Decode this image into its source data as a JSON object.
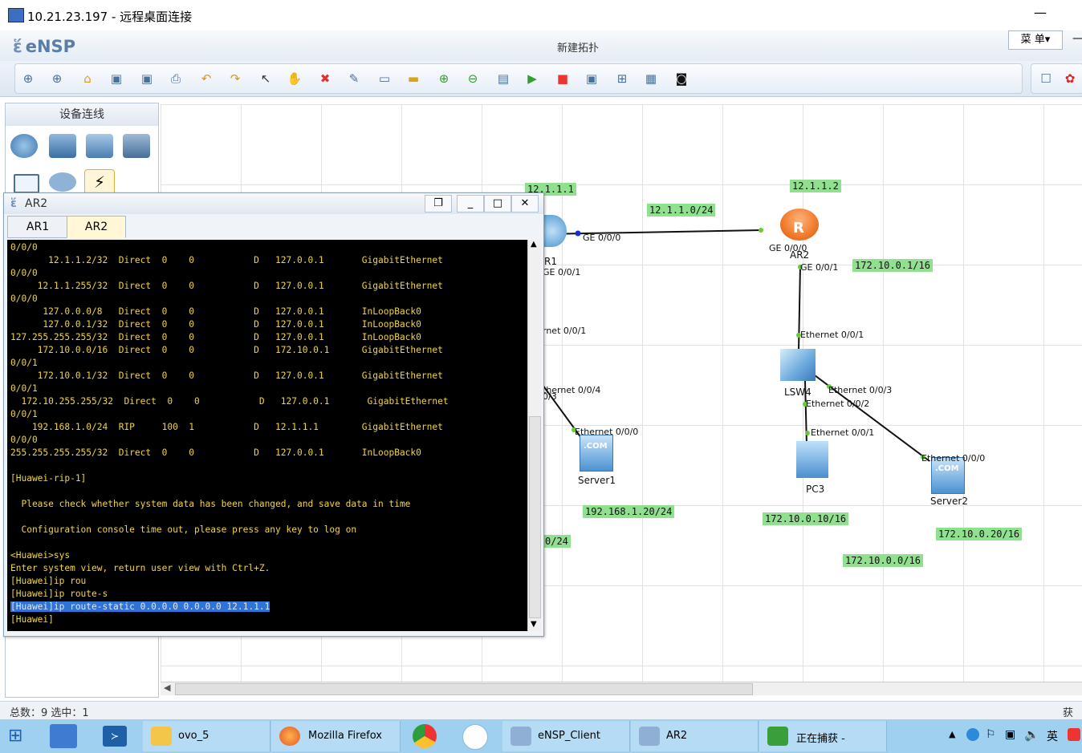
{
  "remote_desktop": {
    "title": "10.21.23.197 - 远程桌面连接",
    "min": "—"
  },
  "ensp": {
    "logo": "eNSP",
    "center_title": "新建拓扑",
    "menu": "菜 单▾",
    "dash": "—"
  },
  "left_panel": {
    "title": "设备连线"
  },
  "status": {
    "left": "总数：9  选中：1",
    "right": "获取"
  },
  "topology": {
    "green_labels": [
      "12.1.1.1",
      "12.1.1.0/24",
      "12.1.1.2",
      "172.10.0.1/16",
      "192.168.1.20/24",
      "172.10.0.10/16",
      "172.10.0.20/16",
      "172.10.0.0/16",
      "0/24"
    ],
    "port_labels": [
      "GE 0/0/0",
      "R1",
      "GE 0/0/1",
      "GE 0/0/0",
      "AR2",
      "GE 0/0/1",
      "rnet 0/0/1",
      "Ethernet 0/0/1",
      "thernet 0/0/4",
      "0/3",
      "Ethernet 0/0/3",
      "Ethernet 0/0/2",
      "Ethernet 0/0/0",
      "Ethernet 0/0/1",
      "Ethernet 0/0/0"
    ],
    "device_names": [
      "LSW4",
      "Server1",
      "PC3",
      "Server2"
    ]
  },
  "console": {
    "title": "AR2",
    "tabs": [
      "AR1",
      "AR2"
    ],
    "lines": [
      "0/0/0",
      "       12.1.1.2/32  Direct  0    0           D   127.0.0.1       GigabitEthernet",
      "0/0/0",
      "     12.1.1.255/32  Direct  0    0           D   127.0.0.1       GigabitEthernet",
      "0/0/0",
      "      127.0.0.0/8   Direct  0    0           D   127.0.0.1       InLoopBack0",
      "      127.0.0.1/32  Direct  0    0           D   127.0.0.1       InLoopBack0",
      "127.255.255.255/32  Direct  0    0           D   127.0.0.1       InLoopBack0",
      "     172.10.0.0/16  Direct  0    0           D   172.10.0.1      GigabitEthernet",
      "0/0/1",
      "     172.10.0.1/32  Direct  0    0           D   127.0.0.1       GigabitEthernet",
      "0/0/1",
      "  172.10.255.255/32  Direct  0    0           D   127.0.0.1       GigabitEthernet",
      "0/0/1",
      "    192.168.1.0/24  RIP     100  1           D   12.1.1.1        GigabitEthernet",
      "0/0/0",
      "255.255.255.255/32  Direct  0    0           D   127.0.0.1       InLoopBack0",
      "",
      "[Huawei-rip-1]",
      "",
      "  Please check whether system data has been changed, and save data in time",
      "",
      "  Configuration console time out, please press any key to log on",
      "",
      "<Huawei>sys",
      "Enter system view, return user view with Ctrl+Z.",
      "[Huawei]ip rou",
      "[Huawei]ip route-s"
    ],
    "highlight_line": "[Huawei]ip route-static 0.0.0.0 0.0.0.0 12.1.1.1",
    "last_line": "[Huawei]"
  },
  "taskbar": {
    "items": [
      "ovo_5",
      "Mozilla Firefox",
      "eNSP_Client",
      "AR2",
      "正在捕获 -"
    ],
    "tray_ime": "英"
  }
}
